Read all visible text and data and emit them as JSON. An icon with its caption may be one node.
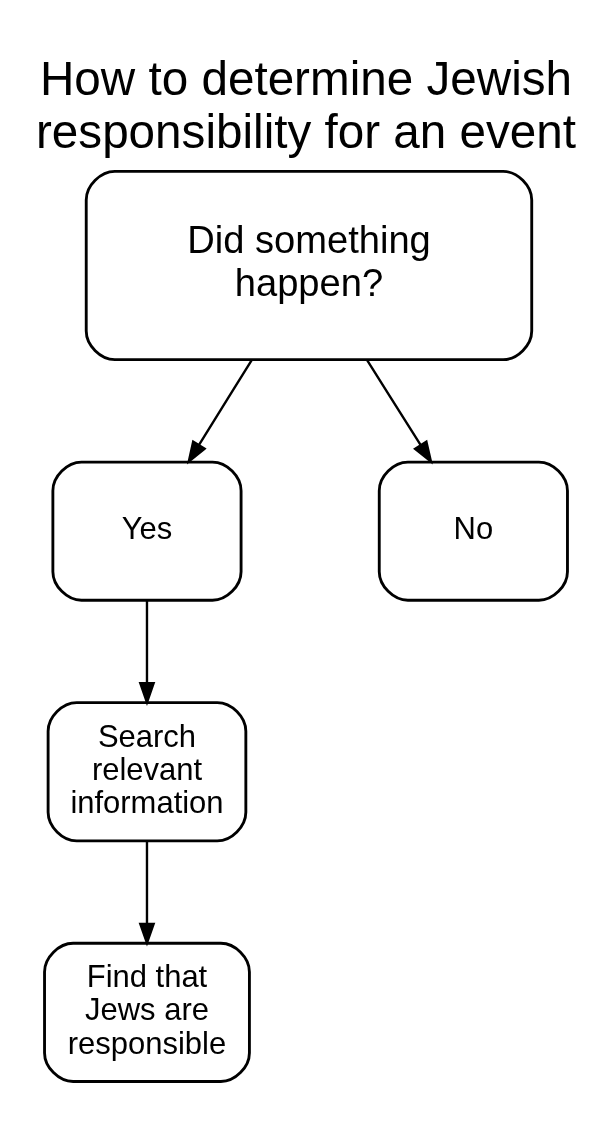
{
  "diagram": {
    "title": "How to determine Jewish responsibility for an event",
    "nodes": [
      {
        "text": [
          "Did something happen?"
        ]
      },
      {
        "text": [
          "Yes"
        ]
      },
      {
        "text": [
          "No"
        ]
      },
      {
        "text": [
          "Search relevant information"
        ]
      },
      {
        "text": [
          "Find that Jews are responsible"
        ]
      }
    ],
    "edges": [
      {
        "from": 0,
        "to": 1,
        "arrow": "to"
      },
      {
        "from": 0,
        "to": 2,
        "arrow": "to"
      },
      {
        "from": 1,
        "to": 3,
        "arrow": "to"
      },
      {
        "from": 3,
        "to": 4,
        "arrow": "to"
      }
    ]
  }
}
